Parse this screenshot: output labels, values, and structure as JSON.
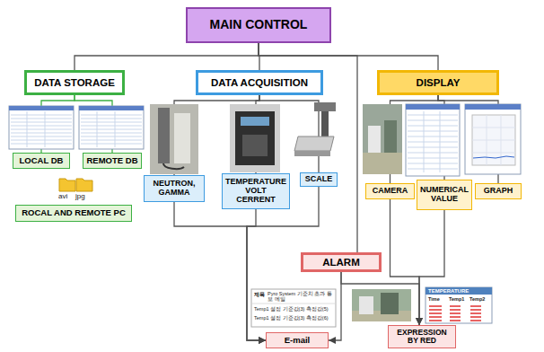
{
  "diagram": {
    "nodes": [
      {
        "text": [
          "MAIN CONTROL"
        ]
      },
      {
        "text": [
          "DATA STORAGE"
        ]
      },
      {
        "text": [
          "DATA ACQUISITION"
        ]
      },
      {
        "text": [
          "DISPLAY"
        ]
      },
      {
        "text": [
          "LOCAL DB"
        ]
      },
      {
        "text": [
          "REMOTE DB"
        ]
      },
      {
        "text": [
          "NEUTRON, GAMMA"
        ]
      },
      {
        "text": [
          "TEMPERATURE VOLT CERRENT"
        ]
      },
      {
        "text": [
          "SCALE"
        ]
      },
      {
        "text": [
          "CAMERA"
        ]
      },
      {
        "text": [
          "NUMERICAL VALUE"
        ]
      },
      {
        "text": [
          "GRAPH"
        ]
      },
      {
        "text": [
          "ROCAL AND REMOTE PC"
        ]
      },
      {
        "text": [
          "ALARM"
        ]
      },
      {
        "text": [
          "E-mail"
        ]
      },
      {
        "text": [
          "EXPRESSION BY RED"
        ]
      }
    ],
    "edges": [
      {
        "from": 0,
        "to": 1,
        "arrow": "none"
      },
      {
        "from": 0,
        "to": 2,
        "arrow": "none"
      },
      {
        "from": 0,
        "to": 3,
        "arrow": "none"
      },
      {
        "from": 0,
        "to": 13,
        "arrow": "none"
      },
      {
        "from": 1,
        "to": 4,
        "arrow": "none"
      },
      {
        "from": 1,
        "to": 5,
        "arrow": "none"
      },
      {
        "from": 2,
        "to": 6,
        "arrow": "none"
      },
      {
        "from": 2,
        "to": 7,
        "arrow": "none"
      },
      {
        "from": 2,
        "to": 8,
        "arrow": "none"
      },
      {
        "from": 3,
        "to": 9,
        "arrow": "none"
      },
      {
        "from": 3,
        "to": 10,
        "arrow": "none"
      },
      {
        "from": 3,
        "to": 11,
        "arrow": "none"
      },
      {
        "from": 6,
        "to": 14,
        "arrow": "to"
      },
      {
        "from": 7,
        "to": 14,
        "arrow": "to"
      },
      {
        "from": 8,
        "to": 14,
        "arrow": "to"
      },
      {
        "from": 13,
        "to": 14,
        "arrow": "to"
      },
      {
        "from": 13,
        "to": 15,
        "arrow": "to"
      },
      {
        "from": 9,
        "to": 15,
        "arrow": "to"
      },
      {
        "from": 10,
        "to": 15,
        "arrow": "to"
      }
    ],
    "labels": [
      "avi",
      "jpg",
      "제목",
      "Pyro System 기준치 초과 통보 메일",
      "Temp1 설정 기준값(3) 측정값(5)",
      "Temp1 설정 기준값(3) 측정값(6)",
      "TEMPERATURE",
      "Time",
      "Temp1",
      "Temp2"
    ]
  }
}
